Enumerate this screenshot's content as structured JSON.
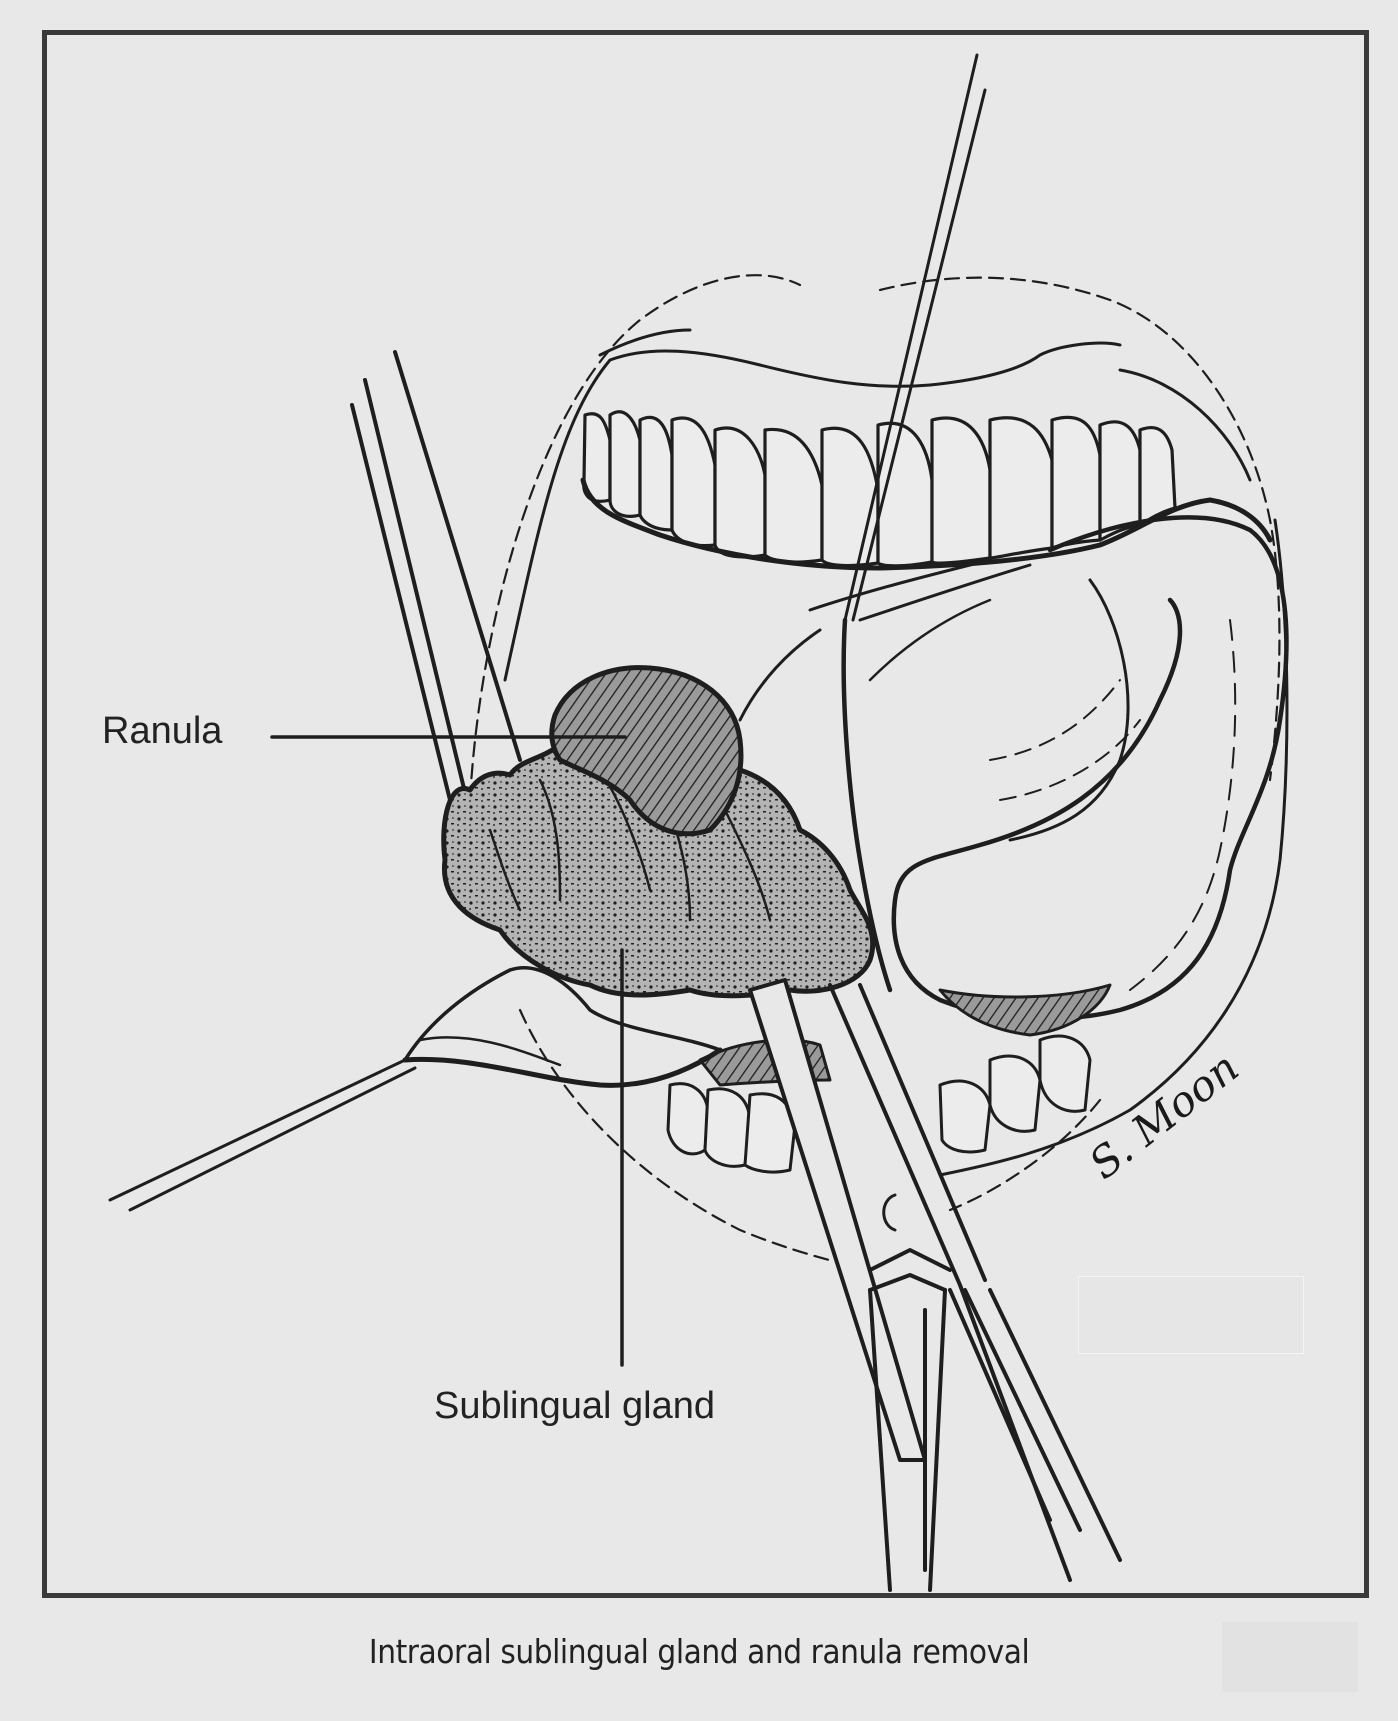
{
  "figure": {
    "labels": {
      "ranula": "Ranula",
      "sublingual_gland": "Sublingual gland"
    },
    "caption": "Intraoral sublingual gland and ranula removal",
    "signature": "S. Moon"
  },
  "colors": {
    "paper": "#e8e8e8",
    "ink": "#1e1e1e",
    "frame": "#3a3a3a",
    "ranula_fill": "#8c8c8c",
    "gland_fill": "#a8a8a8"
  }
}
